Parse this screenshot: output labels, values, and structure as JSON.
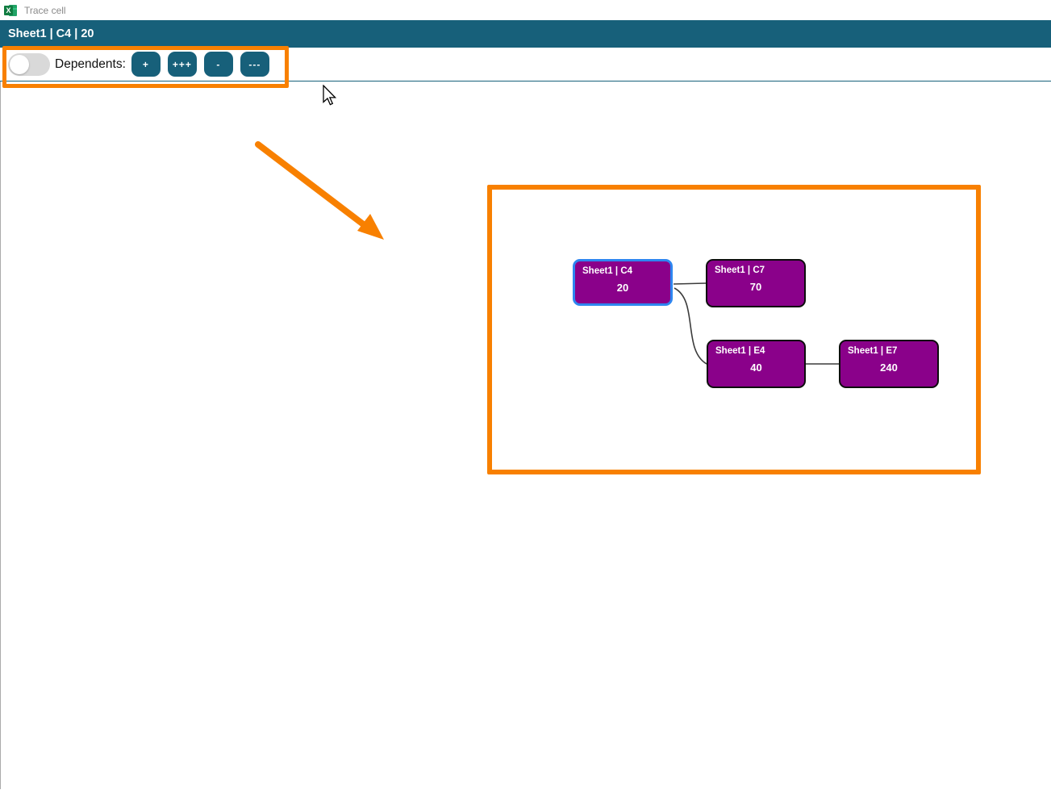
{
  "window": {
    "title": "Trace cell"
  },
  "header": {
    "title": "Sheet1 | C4 | 20"
  },
  "toolbar": {
    "toggle": {
      "state": "off"
    },
    "label": "Dependents:",
    "buttons": [
      {
        "id": "expand-one",
        "label": "+"
      },
      {
        "id": "expand-all",
        "label": "+++"
      },
      {
        "id": "collapse-one",
        "label": "-"
      },
      {
        "id": "collapse-all",
        "label": "---"
      }
    ]
  },
  "graph": {
    "nodes": [
      {
        "id": "c4",
        "title": "Sheet1 | C4",
        "value": "20",
        "selected": true
      },
      {
        "id": "c7",
        "title": "Sheet1 | C7",
        "value": "70",
        "selected": false
      },
      {
        "id": "e4",
        "title": "Sheet1 | E4",
        "value": "40",
        "selected": false
      },
      {
        "id": "e7",
        "title": "Sheet1 | E7",
        "value": "240",
        "selected": false
      }
    ],
    "edges": [
      {
        "from": "Sheet1 | C4",
        "to": "Sheet1 | C7"
      },
      {
        "from": "Sheet1 | C4",
        "to": "Sheet1 | E4"
      },
      {
        "from": "Sheet1 | E4",
        "to": "Sheet1 | E7"
      }
    ],
    "colors": {
      "node_fill": "#8a018a",
      "node_border": "#0d0d0d",
      "selected_border": "#2e86f0",
      "edge": "#3c3c3c"
    }
  },
  "annotations": {
    "highlight_color": "#f88000",
    "items": [
      "toolbar-highlight-box",
      "graph-highlight-box",
      "arrow-to-graph"
    ]
  },
  "theme": {
    "accent_teal": "#17607a"
  }
}
